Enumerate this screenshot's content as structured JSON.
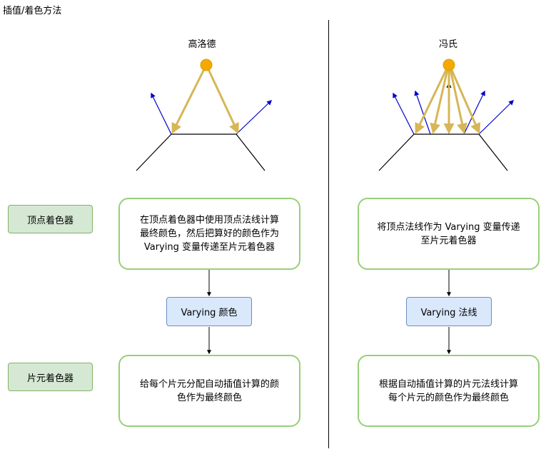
{
  "title": "插值/着色方法",
  "gouraud": {
    "title": "高洛德",
    "vertex_note": [
      "在顶点着色器中使用顶点法线计算",
      "最终颜色，然后把算好的颜色作为",
      "Varying 变量传递至片元着色器"
    ],
    "varying": "Varying 颜色",
    "fragment_note": [
      "给每个片元分配自动插值计算的颜",
      "色作为最终颜色"
    ]
  },
  "phong": {
    "title": "冯氏",
    "vertex_note": [
      "将顶点法线作为 Varying 变量传递",
      "至片元着色器"
    ],
    "varying": "Varying 法线",
    "fragment_note": [
      "根据自动插值计算的片元法线计算",
      "每个片元的颜色作为最终颜色"
    ]
  },
  "stages": {
    "vertex": "顶点着色器",
    "fragment": "片元着色器"
  },
  "colors": {
    "light": "#f5a800",
    "light_ray": "#d6b656",
    "normal": "#0000cc",
    "stage_fill": "#d5e8d4",
    "note_border": "#97d077",
    "varying_fill": "#dae8fc"
  }
}
